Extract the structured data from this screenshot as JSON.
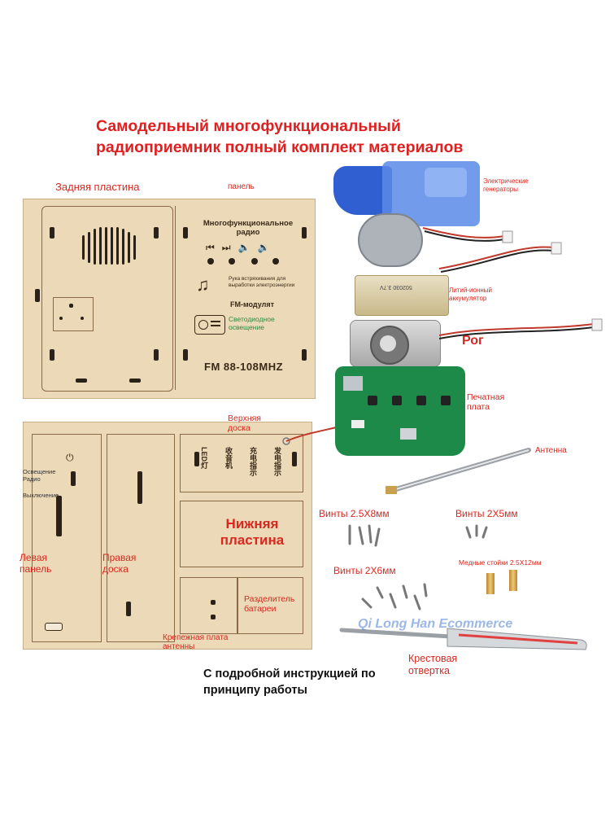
{
  "title_line1": "Самодельный многофункциональный",
  "title_line2": "радиоприемник полный комплект материалов",
  "labels": {
    "back_plate": "Задняя пластина",
    "panel": "панель",
    "generators": "Электрические генераторы",
    "battery": "Литий-ионный аккумулятор",
    "horn": "Рог",
    "pcb": "Печатная плата",
    "top_board": "Верхняя доска",
    "antenna": "Антенна",
    "screws_8": "Винты 2.5Х8мм",
    "screws_5": "Винты 2Х5мм",
    "screws_6": "Винты 2Х6мм",
    "standoffs": "Медные стойки 2.5Х12мм",
    "bottom_plate": "Нижняя пластина",
    "left_panel": "Левая панель",
    "right_board": "Правая доска",
    "battery_divider": "Разделитель батареи",
    "antenna_mount": "Крепежная плата антенны",
    "screwdriver": "Крестовая отвертка",
    "lighting_radio": "Освещение Радио",
    "power_off": "Выключение"
  },
  "panel_engraving": {
    "heading": "Многофункциональное радио",
    "crank": "Рука встряхивания для выработки электроэнергии",
    "fm": "FM-модулят",
    "led": "Светодиодное освещение",
    "freq": "FM 88-108MHZ"
  },
  "top_board_engraving": [
    "LED灯",
    "收音机",
    "充电指示",
    "发电指示"
  ],
  "watermark": "Qi Long Han Ecommerce",
  "caption_line1": "С подробной инструкцией по",
  "caption_line2": "принципу работы",
  "colors": {
    "title": "#e02020",
    "label": "#d8281f",
    "wood": "#ecd9b8",
    "pcb": "#1e8a4a",
    "motor": "#2f5fd0"
  }
}
